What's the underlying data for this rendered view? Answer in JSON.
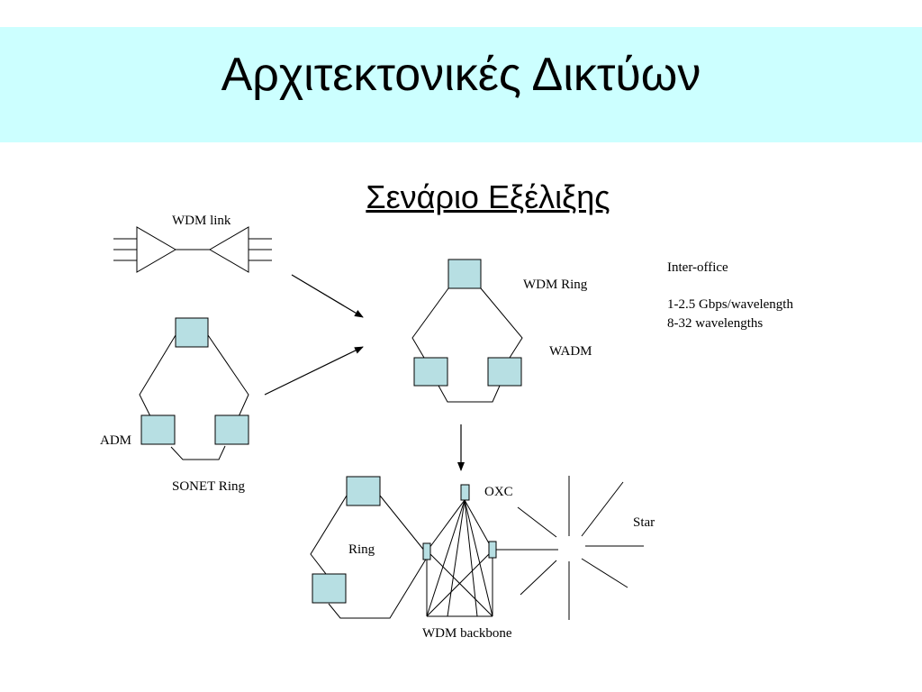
{
  "title": "Αρχιτεκτονικές Δικτύων",
  "subtitle": "Σενάριο Εξέλιξης",
  "labels": {
    "wdm_link": "WDM link",
    "adm": "ADM",
    "sonet_ring": "SONET Ring",
    "wdm_ring": "WDM Ring",
    "wadm": "WADM",
    "inter_office": "Inter-office",
    "gbps": "1-2.5 Gbps/wavelength",
    "wavelengths": "8-32 wavelengths",
    "oxc": "OXC",
    "star": "Star",
    "ring": "Ring",
    "wdm_backbone": "WDM backbone"
  },
  "colors": {
    "title_band": "#ccffff",
    "node_fill": "#b7dfe3",
    "stroke": "#000000"
  }
}
